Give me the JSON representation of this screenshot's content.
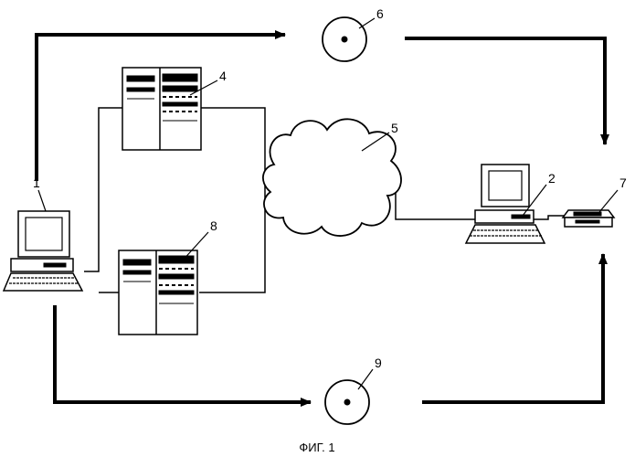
{
  "labels": {
    "computer_1": "1",
    "computer_2": "2",
    "server_4": "4",
    "network_5": "5",
    "disc_6": "6",
    "device_7": "7",
    "server_8": "8",
    "disc_9": "9"
  },
  "caption": "ФИГ. 1"
}
